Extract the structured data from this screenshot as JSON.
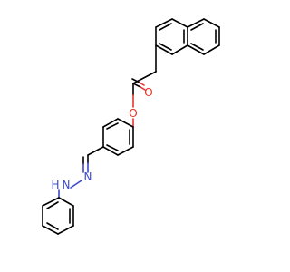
{
  "labels": {
    "carbonyl_oxygen": "O",
    "ester_oxygen": "O",
    "imine_nitrogen": "N",
    "amine_n": "N",
    "amine_h": "H"
  },
  "colors": {
    "background": "#ffffff",
    "bond": "#000000",
    "oxygen": "#e8322b",
    "nitrogen": "#3b49c8"
  }
}
